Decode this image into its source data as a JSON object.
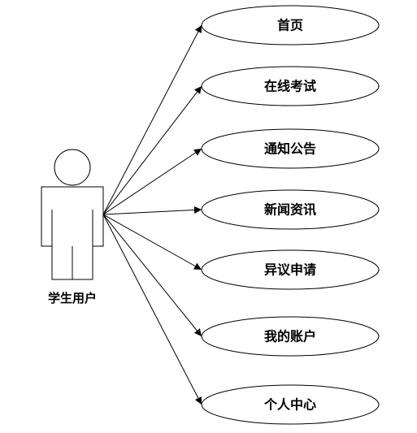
{
  "actor": {
    "label": "学生用户"
  },
  "use_cases": [
    {
      "label": "首页"
    },
    {
      "label": "在线考试"
    },
    {
      "label": "通知公告"
    },
    {
      "label": "新闻资讯"
    },
    {
      "label": "异议申请"
    },
    {
      "label": "我的账户"
    },
    {
      "label": "个人中心"
    }
  ],
  "colors": {
    "stroke": "#000000",
    "fill": "#ffffff",
    "background": "#ffffff"
  }
}
